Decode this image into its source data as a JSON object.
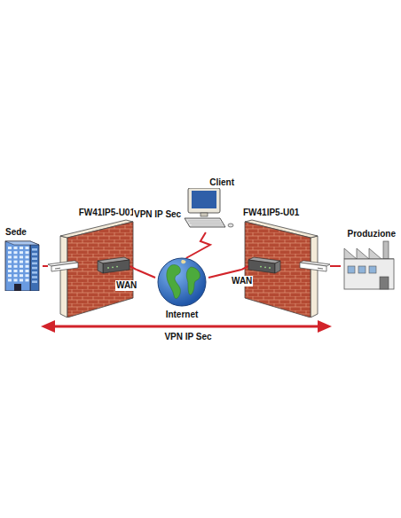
{
  "diagram": {
    "nodes": [
      {
        "text": [
          "Sede"
        ]
      },
      {
        "text": [
          "FW41IP5-U01"
        ]
      },
      {
        "text": [
          "Client"
        ]
      },
      {
        "text": [
          "Internet"
        ]
      },
      {
        "text": [
          "FW41IP5-U01"
        ]
      },
      {
        "text": [
          "Produzione"
        ]
      }
    ],
    "edges": [
      {
        "from": 0,
        "to": 1,
        "arrow": "none"
      },
      {
        "from": 1,
        "to": 3,
        "arrow": "none"
      },
      {
        "from": 2,
        "to": 3,
        "arrow": "none"
      },
      {
        "from": 3,
        "to": 4,
        "arrow": "none"
      },
      {
        "from": 4,
        "to": 5,
        "arrow": "none"
      }
    ],
    "labels": [
      "VPN IP Sec",
      "WAN",
      "WAN",
      "VPN IP Sec"
    ]
  }
}
